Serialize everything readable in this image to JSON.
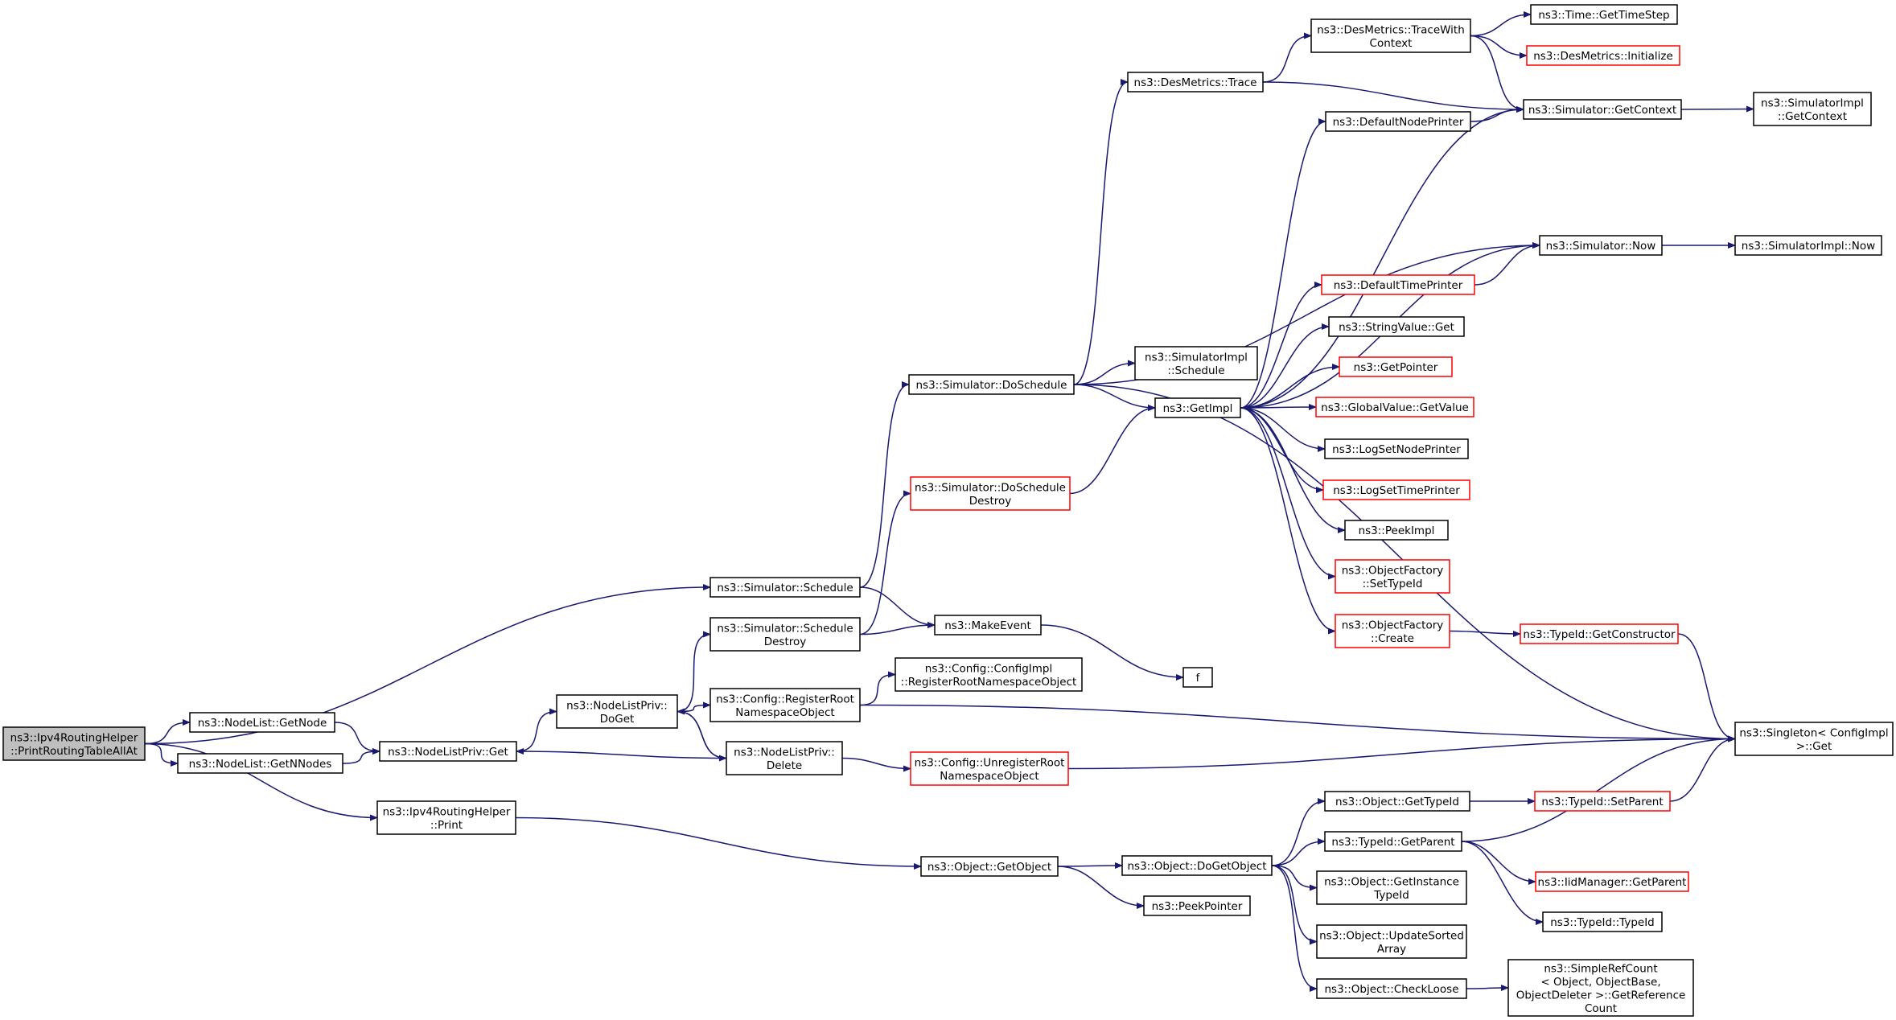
{
  "nodes": [
    {
      "id": "root",
      "lines": [
        "ns3::Ipv4RoutingHelper",
        "::PrintRoutingTableAllAt"
      ],
      "style": "root"
    },
    {
      "id": "getnode",
      "lines": [
        "ns3::NodeList::GetNode"
      ],
      "style": "normal"
    },
    {
      "id": "getnnodes",
      "lines": [
        "ns3::NodeList::GetNNodes"
      ],
      "style": "normal"
    },
    {
      "id": "nlpget",
      "lines": [
        "ns3::NodeListPriv::Get"
      ],
      "style": "normal"
    },
    {
      "id": "doget",
      "lines": [
        "ns3::NodeListPriv::",
        "DoGet"
      ],
      "style": "normal"
    },
    {
      "id": "nlpdelete",
      "lines": [
        "ns3::NodeListPriv::",
        "Delete"
      ],
      "style": "normal"
    },
    {
      "id": "print",
      "lines": [
        "ns3::Ipv4RoutingHelper",
        "::Print"
      ],
      "style": "normal"
    },
    {
      "id": "schedule",
      "lines": [
        "ns3::Simulator::Schedule"
      ],
      "style": "normal"
    },
    {
      "id": "scheddestroy",
      "lines": [
        "ns3::Simulator::Schedule",
        "Destroy"
      ],
      "style": "normal"
    },
    {
      "id": "regroot",
      "lines": [
        "ns3::Config::RegisterRoot",
        "NamespaceObject"
      ],
      "style": "normal"
    },
    {
      "id": "unregroot",
      "lines": [
        "ns3::Config::UnregisterRoot",
        "NamespaceObject"
      ],
      "style": "red"
    },
    {
      "id": "cfgimplreg",
      "lines": [
        "ns3::Config::ConfigImpl",
        "::RegisterRootNamespaceObject"
      ],
      "style": "normal"
    },
    {
      "id": "makeevent",
      "lines": [
        "ns3::MakeEvent"
      ],
      "style": "normal"
    },
    {
      "id": "f",
      "lines": [
        "f"
      ],
      "style": "normal"
    },
    {
      "id": "doschedule",
      "lines": [
        "ns3::Simulator::DoSchedule"
      ],
      "style": "normal"
    },
    {
      "id": "doscheddestroy",
      "lines": [
        "ns3::Simulator::DoSchedule",
        "Destroy"
      ],
      "style": "red"
    },
    {
      "id": "simimplsched",
      "lines": [
        "ns3::SimulatorImpl",
        "::Schedule"
      ],
      "style": "normal"
    },
    {
      "id": "getimpl",
      "lines": [
        "ns3::GetImpl"
      ],
      "style": "normal"
    },
    {
      "id": "destrace",
      "lines": [
        "ns3::DesMetrics::Trace"
      ],
      "style": "normal"
    },
    {
      "id": "destracewith",
      "lines": [
        "ns3::DesMetrics::TraceWith",
        "Context"
      ],
      "style": "normal"
    },
    {
      "id": "timegetstep",
      "lines": [
        "ns3::Time::GetTimeStep"
      ],
      "style": "normal"
    },
    {
      "id": "desinit",
      "lines": [
        "ns3::DesMetrics::Initialize"
      ],
      "style": "red"
    },
    {
      "id": "simgetctx",
      "lines": [
        "ns3::Simulator::GetContext"
      ],
      "style": "normal"
    },
    {
      "id": "simimplgetctx",
      "lines": [
        "ns3::SimulatorImpl",
        "::GetContext"
      ],
      "style": "normal"
    },
    {
      "id": "defnodeprinter",
      "lines": [
        "ns3::DefaultNodePrinter"
      ],
      "style": "normal"
    },
    {
      "id": "simnow",
      "lines": [
        "ns3::Simulator::Now"
      ],
      "style": "normal"
    },
    {
      "id": "simimplnow",
      "lines": [
        "ns3::SimulatorImpl::Now"
      ],
      "style": "normal"
    },
    {
      "id": "deftimeprinter",
      "lines": [
        "ns3::DefaultTimePrinter"
      ],
      "style": "red"
    },
    {
      "id": "stringvalueget",
      "lines": [
        "ns3::StringValue::Get"
      ],
      "style": "normal"
    },
    {
      "id": "getpointer",
      "lines": [
        "ns3::GetPointer"
      ],
      "style": "red"
    },
    {
      "id": "gvgetvalue",
      "lines": [
        "ns3::GlobalValue::GetValue"
      ],
      "style": "red"
    },
    {
      "id": "logsetnodeprinter",
      "lines": [
        "ns3::LogSetNodePrinter"
      ],
      "style": "normal"
    },
    {
      "id": "logsettimeprinter",
      "lines": [
        "ns3::LogSetTimePrinter"
      ],
      "style": "red"
    },
    {
      "id": "peekimpl",
      "lines": [
        "ns3::PeekImpl"
      ],
      "style": "normal"
    },
    {
      "id": "ofsettypeid",
      "lines": [
        "ns3::ObjectFactory",
        "::SetTypeId"
      ],
      "style": "red"
    },
    {
      "id": "ofcreate",
      "lines": [
        "ns3::ObjectFactory",
        "::Create"
      ],
      "style": "red"
    },
    {
      "id": "typeidgetctor",
      "lines": [
        "ns3::TypeId::GetConstructor"
      ],
      "style": "red"
    },
    {
      "id": "singleton",
      "lines": [
        "ns3::Singleton< ConfigImpl",
        " >::Get"
      ],
      "style": "normal"
    },
    {
      "id": "objgetobject",
      "lines": [
        "ns3::Object::GetObject"
      ],
      "style": "normal"
    },
    {
      "id": "peekpointer",
      "lines": [
        "ns3::PeekPointer"
      ],
      "style": "normal"
    },
    {
      "id": "objdogetobject",
      "lines": [
        "ns3::Object::DoGetObject"
      ],
      "style": "normal"
    },
    {
      "id": "objgettypeid",
      "lines": [
        "ns3::Object::GetTypeId"
      ],
      "style": "normal"
    },
    {
      "id": "typeidsetparent",
      "lines": [
        "ns3::TypeId::SetParent"
      ],
      "style": "red"
    },
    {
      "id": "typeidgetparent",
      "lines": [
        "ns3::TypeId::GetParent"
      ],
      "style": "normal"
    },
    {
      "id": "iidgetparent",
      "lines": [
        "ns3::IidManager::GetParent"
      ],
      "style": "red"
    },
    {
      "id": "typeidtypeid",
      "lines": [
        "ns3::TypeId::TypeId"
      ],
      "style": "normal"
    },
    {
      "id": "objgetinsttypeid",
      "lines": [
        "ns3::Object::GetInstance",
        "TypeId"
      ],
      "style": "normal"
    },
    {
      "id": "objupdatesorted",
      "lines": [
        "ns3::Object::UpdateSorted",
        "Array"
      ],
      "style": "normal"
    },
    {
      "id": "objcheckloose",
      "lines": [
        "ns3::Object::CheckLoose"
      ],
      "style": "normal"
    },
    {
      "id": "simplerefcount",
      "lines": [
        "ns3::SimpleRefCount",
        "< Object, ObjectBase,",
        " ObjectDeleter >::GetReference",
        "Count"
      ],
      "style": "normal"
    }
  ],
  "edges": [
    [
      "root",
      "schedule"
    ],
    [
      "root",
      "getnode"
    ],
    [
      "root",
      "getnnodes"
    ],
    [
      "root",
      "print"
    ],
    [
      "getnode",
      "nlpget"
    ],
    [
      "getnnodes",
      "nlpget"
    ],
    [
      "nlpget",
      "doget"
    ],
    [
      "doget",
      "scheddestroy"
    ],
    [
      "doget",
      "regroot"
    ],
    [
      "doget",
      "nlpdelete"
    ],
    [
      "nlpdelete",
      "doget"
    ],
    [
      "nlpdelete",
      "nlpget"
    ],
    [
      "nlpdelete",
      "unregroot"
    ],
    [
      "schedule",
      "doschedule"
    ],
    [
      "schedule",
      "makeevent"
    ],
    [
      "scheddestroy",
      "doscheddestroy"
    ],
    [
      "scheddestroy",
      "makeevent"
    ],
    [
      "regroot",
      "cfgimplreg"
    ],
    [
      "regroot",
      "singleton"
    ],
    [
      "unregroot",
      "singleton"
    ],
    [
      "makeevent",
      "f"
    ],
    [
      "doschedule",
      "destrace"
    ],
    [
      "doschedule",
      "simimplsched"
    ],
    [
      "doschedule",
      "getimpl"
    ],
    [
      "doschedule",
      "simnow"
    ],
    [
      "doschedule",
      "singleton"
    ],
    [
      "doscheddestroy",
      "getimpl"
    ],
    [
      "destrace",
      "destracewith"
    ],
    [
      "destrace",
      "simgetctx"
    ],
    [
      "destracewith",
      "timegetstep"
    ],
    [
      "destracewith",
      "desinit"
    ],
    [
      "destracewith",
      "simgetctx"
    ],
    [
      "simgetctx",
      "simimplgetctx"
    ],
    [
      "defnodeprinter",
      "simgetctx"
    ],
    [
      "simnow",
      "simimplnow"
    ],
    [
      "deftimeprinter",
      "simnow"
    ],
    [
      "getimpl",
      "defnodeprinter"
    ],
    [
      "getimpl",
      "simgetctx"
    ],
    [
      "getimpl",
      "simnow"
    ],
    [
      "getimpl",
      "deftimeprinter"
    ],
    [
      "getimpl",
      "stringvalueget"
    ],
    [
      "getimpl",
      "getpointer"
    ],
    [
      "getimpl",
      "gvgetvalue"
    ],
    [
      "getimpl",
      "logsetnodeprinter"
    ],
    [
      "getimpl",
      "logsettimeprinter"
    ],
    [
      "getimpl",
      "peekimpl"
    ],
    [
      "getimpl",
      "ofsettypeid"
    ],
    [
      "getimpl",
      "ofcreate"
    ],
    [
      "ofcreate",
      "typeidgetctor"
    ],
    [
      "typeidgetctor",
      "singleton"
    ],
    [
      "print",
      "objgetobject"
    ],
    [
      "objgetobject",
      "objdogetobject"
    ],
    [
      "objgetobject",
      "peekpointer"
    ],
    [
      "objdogetobject",
      "objgettypeid"
    ],
    [
      "objdogetobject",
      "typeidgetparent"
    ],
    [
      "objdogetobject",
      "objgetinsttypeid"
    ],
    [
      "objdogetobject",
      "objupdatesorted"
    ],
    [
      "objdogetobject",
      "objcheckloose"
    ],
    [
      "objgettypeid",
      "typeidsetparent"
    ],
    [
      "typeidsetparent",
      "singleton"
    ],
    [
      "typeidgetparent",
      "iidgetparent"
    ],
    [
      "typeidgetparent",
      "typeidtypeid"
    ],
    [
      "typeidgetparent",
      "singleton"
    ],
    [
      "objcheckloose",
      "simplerefcount"
    ]
  ],
  "colors": {
    "edge": "#191970",
    "border": "#000000",
    "red_border": "#ff0000",
    "root_fill": "#bfbfbf"
  }
}
